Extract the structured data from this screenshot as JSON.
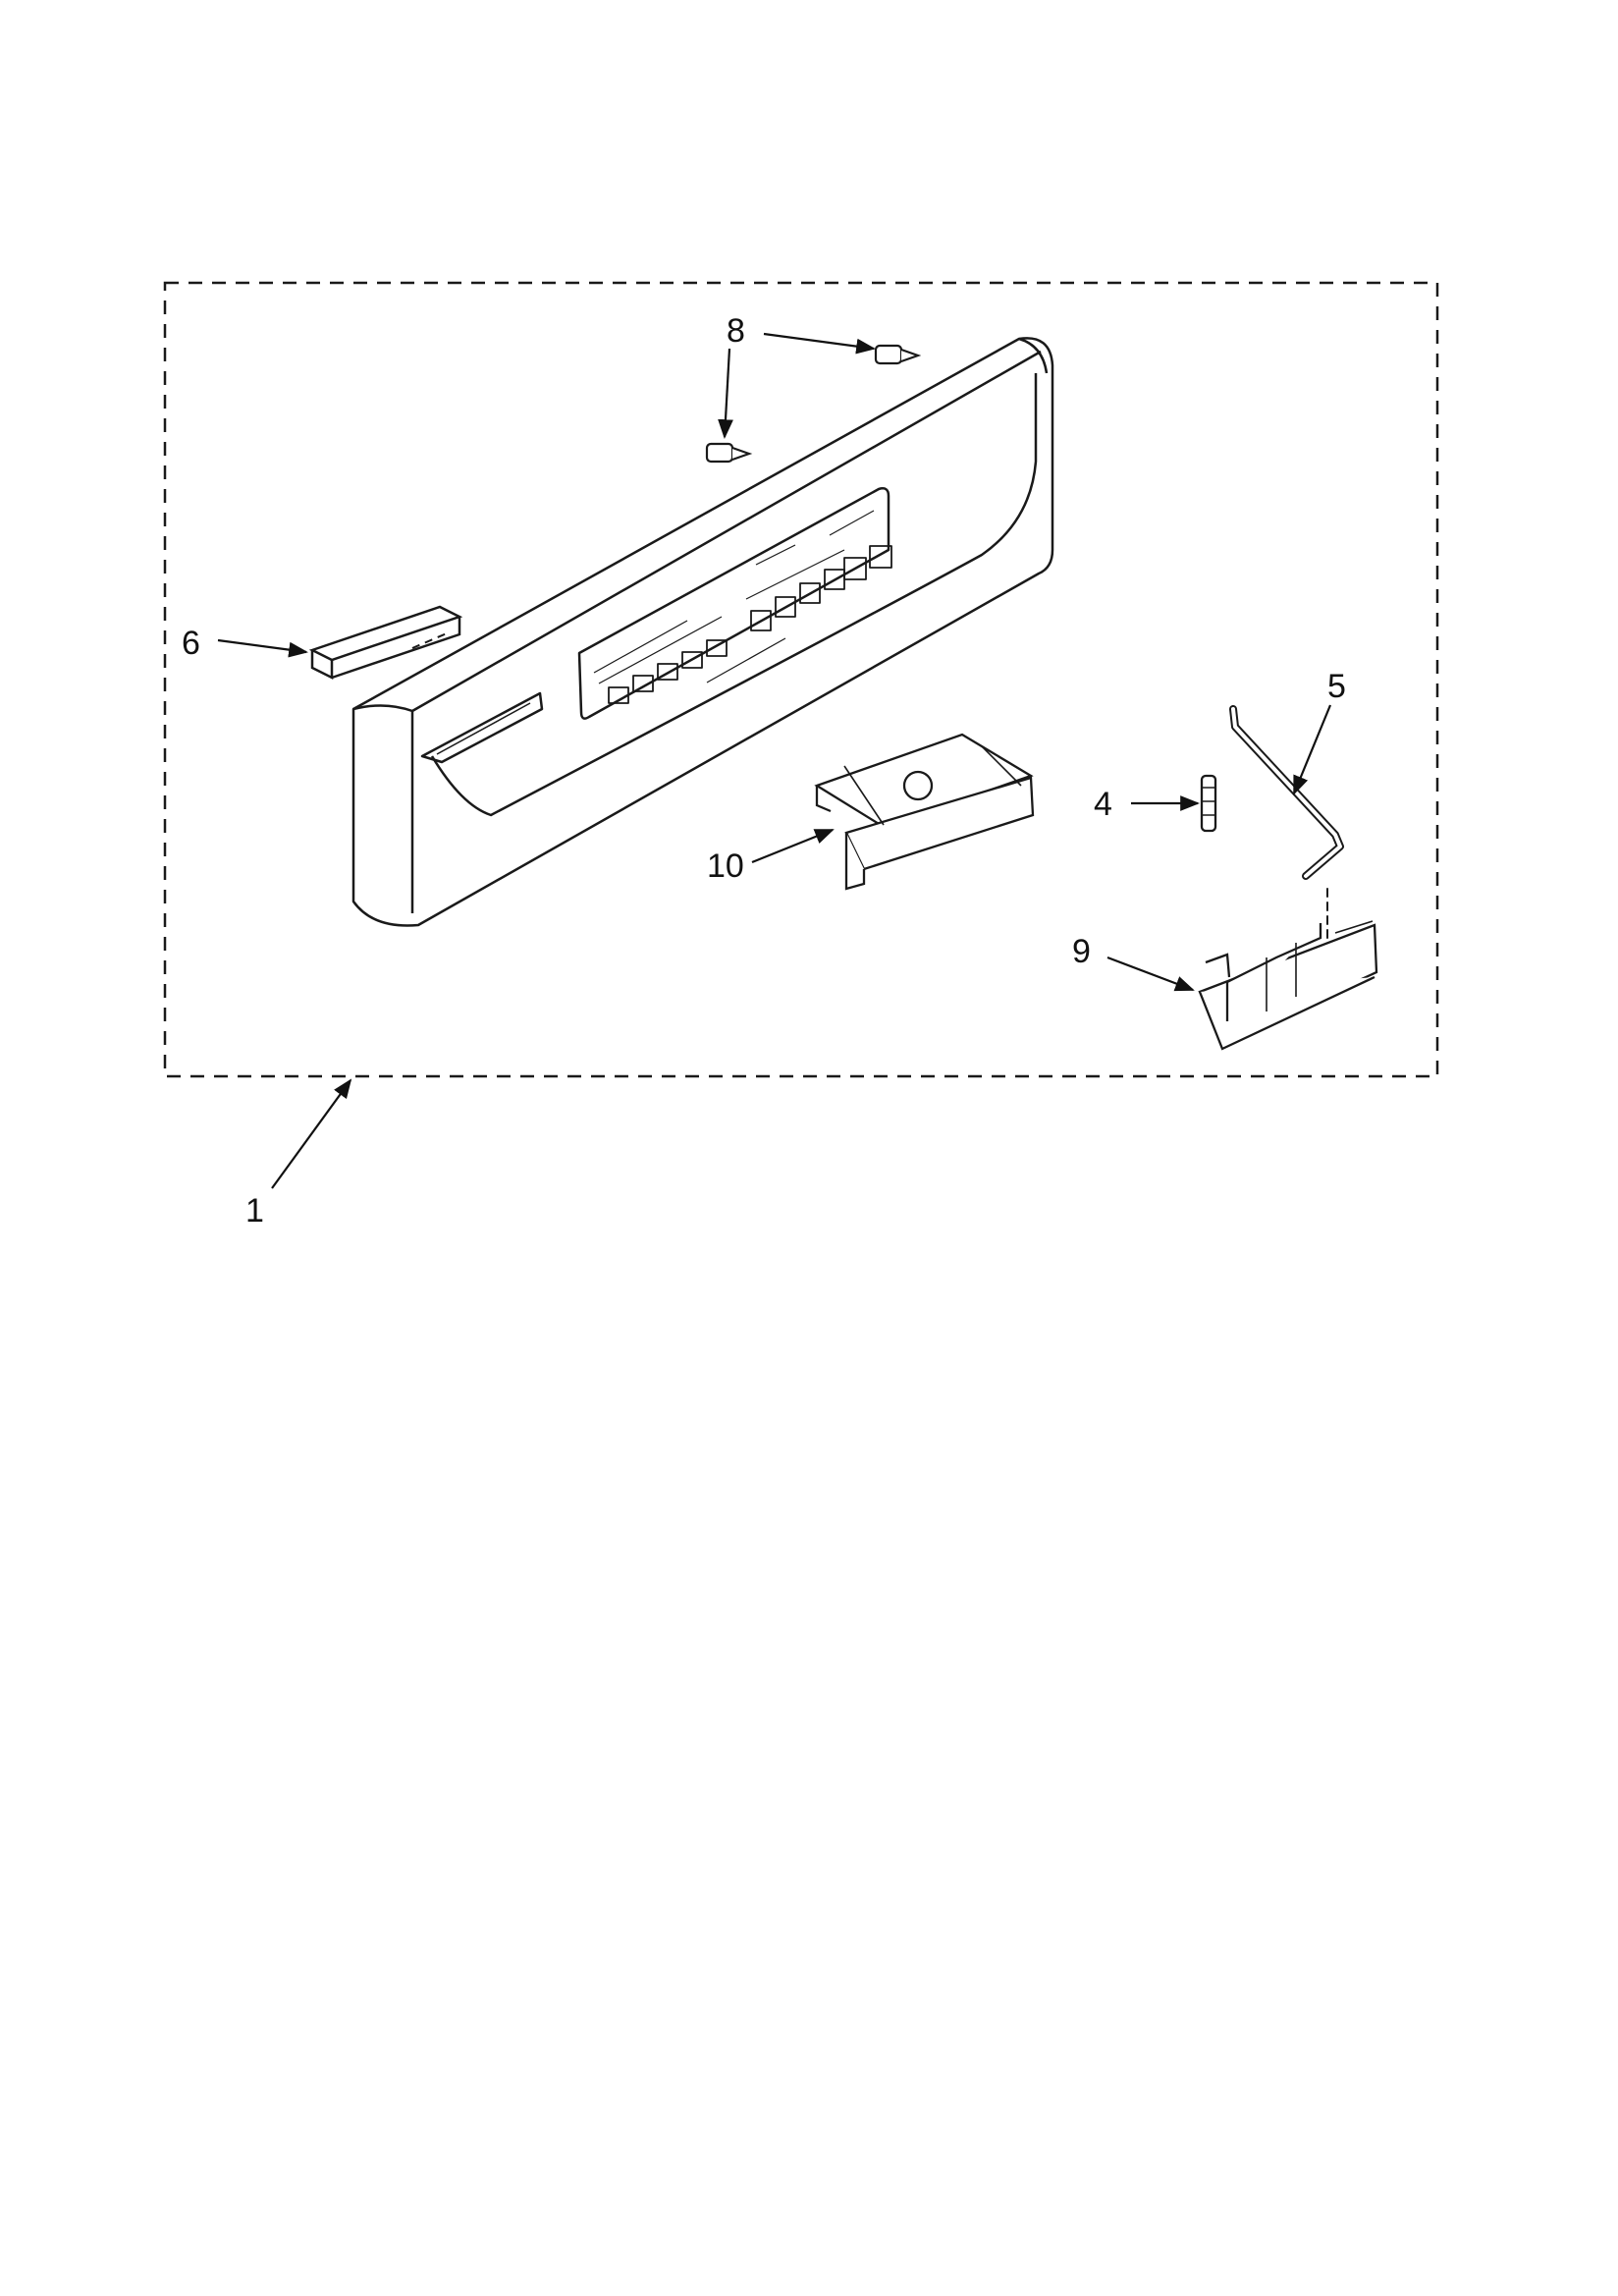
{
  "diagram": {
    "type": "exploded-parts-diagram",
    "line_color": "#1a1a1a",
    "callouts": {
      "assembly": "1",
      "part_4": "4",
      "part_5": "5",
      "part_6": "6",
      "part_8": "8",
      "part_9": "9",
      "part_10": "10"
    }
  }
}
